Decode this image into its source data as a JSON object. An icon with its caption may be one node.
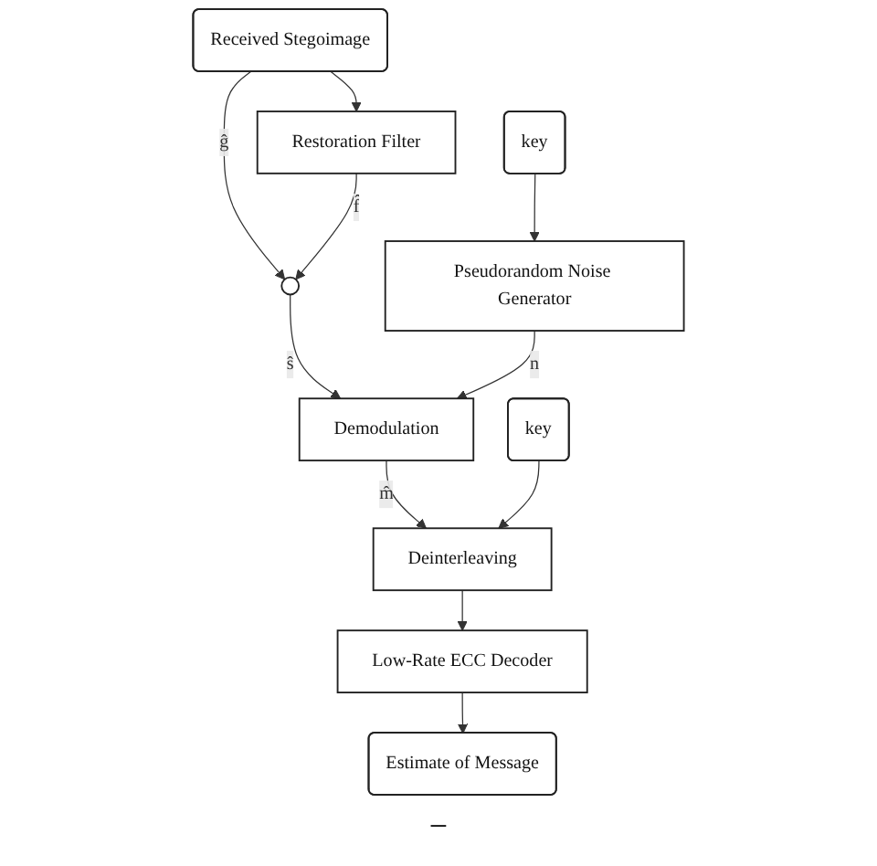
{
  "diagram": {
    "nodes": [
      {
        "text": [
          "Received Stegoimage"
        ]
      },
      {
        "text": [
          "Restoration Filter"
        ]
      },
      {
        "text": [],
        "shape": "circle"
      },
      {
        "text": [
          "key"
        ]
      },
      {
        "text": [
          "Pseudorandom Noise Generator"
        ]
      },
      {
        "text": [
          "Demodulation"
        ]
      },
      {
        "text": [
          "key"
        ]
      },
      {
        "text": [
          "Deinterleaving"
        ]
      },
      {
        "text": [
          "Estimate of Message"
        ]
      },
      {
        "text": [
          "Low-Rate ECC Decoder"
        ]
      }
    ],
    "edges": [
      {
        "from": 0,
        "to": 2,
        "arrow": "to",
        "label": "ĝ"
      },
      {
        "from": 0,
        "to": 1,
        "arrow": "to"
      },
      {
        "from": 1,
        "to": 2,
        "arrow": "to",
        "label": "f̂"
      },
      {
        "from": 2,
        "to": 5,
        "arrow": "to",
        "label": "ŝ"
      },
      {
        "from": 3,
        "to": 4,
        "arrow": "to"
      },
      {
        "from": 4,
        "to": 5,
        "arrow": "to",
        "label": "n"
      },
      {
        "from": 5,
        "to": 7,
        "arrow": "to",
        "label": "m̂"
      },
      {
        "from": 6,
        "to": 7,
        "arrow": "to"
      },
      {
        "from": 7,
        "to": 9,
        "arrow": "to"
      },
      {
        "from": 9,
        "to": 8,
        "arrow": "to"
      }
    ],
    "labels": [
      "−"
    ]
  }
}
